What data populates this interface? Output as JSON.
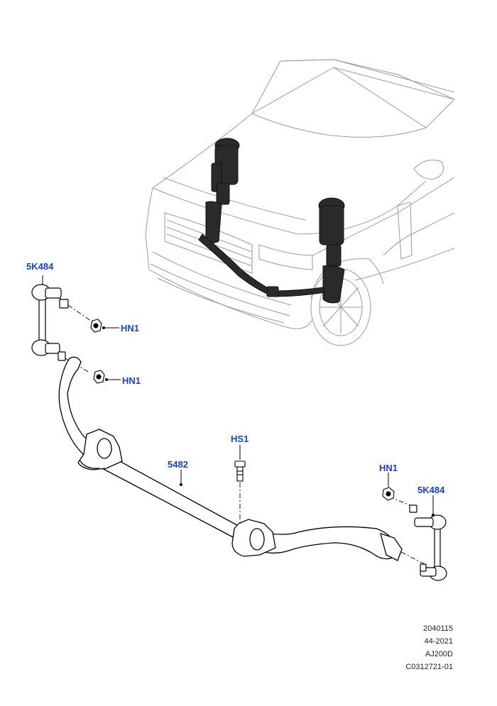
{
  "callouts": {
    "link_top_left": "5K484",
    "nut_upper_left": "HN1",
    "nut_lower_left": "HN1",
    "bolt_center": "HS1",
    "bar": "5482",
    "nut_right": "HN1",
    "link_right": "5K484"
  },
  "reference": {
    "line1": "2040115",
    "line2": "44-2021",
    "line3": "AJ200D",
    "line4": "C0312721-01"
  },
  "colors": {
    "callout": "#1a3fc4",
    "line": "#000000",
    "vehicle_outline": "#9a9a9a"
  }
}
